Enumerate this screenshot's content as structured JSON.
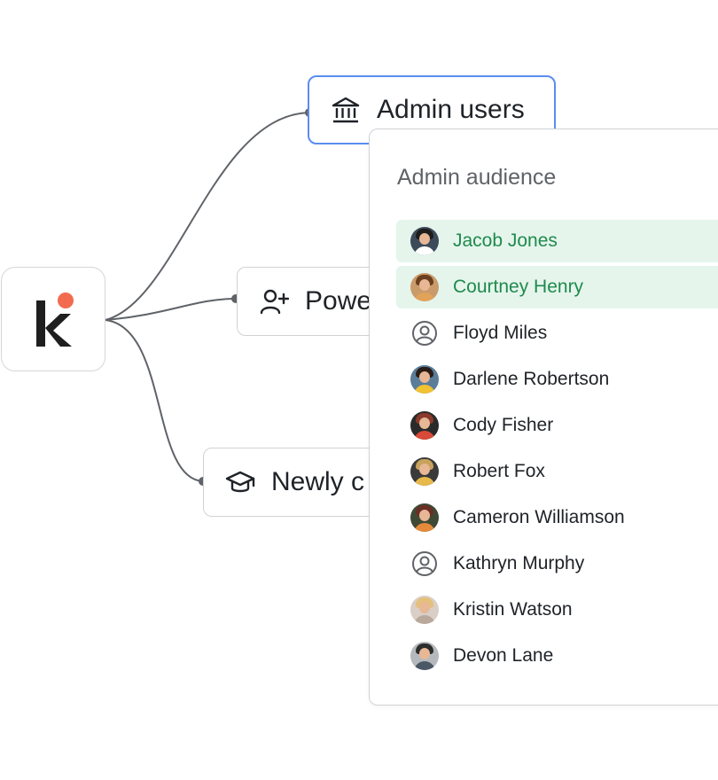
{
  "nodes": {
    "admin": {
      "label": "Admin users",
      "icon": "bank-icon"
    },
    "power": {
      "label": "Powe",
      "icon": "user-plus-icon"
    },
    "newly": {
      "label": "Newly c",
      "icon": "graduation-cap-icon"
    }
  },
  "logo": {
    "letter": "k",
    "accent_color": "#f26b4f",
    "letter_color": "#1f1f1f"
  },
  "panel": {
    "title": "Admin audience",
    "members": [
      {
        "name": "Jacob Jones",
        "selected": true,
        "avatar": "photo-avatar",
        "bg": "#3c4a5a",
        "hair": "#1d1d1d",
        "shirt": "#ffffff"
      },
      {
        "name": "Courtney Henry",
        "selected": true,
        "avatar": "photo-avatar",
        "bg": "#c99b6b",
        "hair": "#6b3e1f",
        "shirt": "#e1a35a"
      },
      {
        "name": "Floyd Miles",
        "selected": false,
        "avatar": "user-placeholder-icon"
      },
      {
        "name": "Darlene Robertson",
        "selected": false,
        "avatar": "photo-avatar",
        "bg": "#5b7d9a",
        "hair": "#2a1d16",
        "shirt": "#f1c232"
      },
      {
        "name": "Cody Fisher",
        "selected": false,
        "avatar": "photo-avatar",
        "bg": "#2a2a2a",
        "hair": "#8a3a2a",
        "shirt": "#d94a38"
      },
      {
        "name": "Robert Fox",
        "selected": false,
        "avatar": "photo-avatar",
        "bg": "#3a3a3a",
        "hair": "#c8a25c",
        "shirt": "#e6b94a"
      },
      {
        "name": "Cameron Williamson",
        "selected": false,
        "avatar": "photo-avatar",
        "bg": "#3f4a36",
        "hair": "#6a2f24",
        "shirt": "#e58a3a"
      },
      {
        "name": "Kathryn Murphy",
        "selected": false,
        "avatar": "user-placeholder-icon"
      },
      {
        "name": "Kristin Watson",
        "selected": false,
        "avatar": "photo-avatar",
        "bg": "#d9cfc6",
        "hair": "#e5c07b",
        "shirt": "#b9a89c"
      },
      {
        "name": "Devon Lane",
        "selected": false,
        "avatar": "photo-avatar",
        "bg": "#b5b9bd",
        "hair": "#2d2d2d",
        "shirt": "#4a5866"
      }
    ]
  },
  "colors": {
    "node_border": "#cfd2d6",
    "node_active_border": "#5b8def",
    "selected_row_bg": "#e5f5ec",
    "selected_text": "#1f8a4c",
    "connector": "#5f6368"
  }
}
